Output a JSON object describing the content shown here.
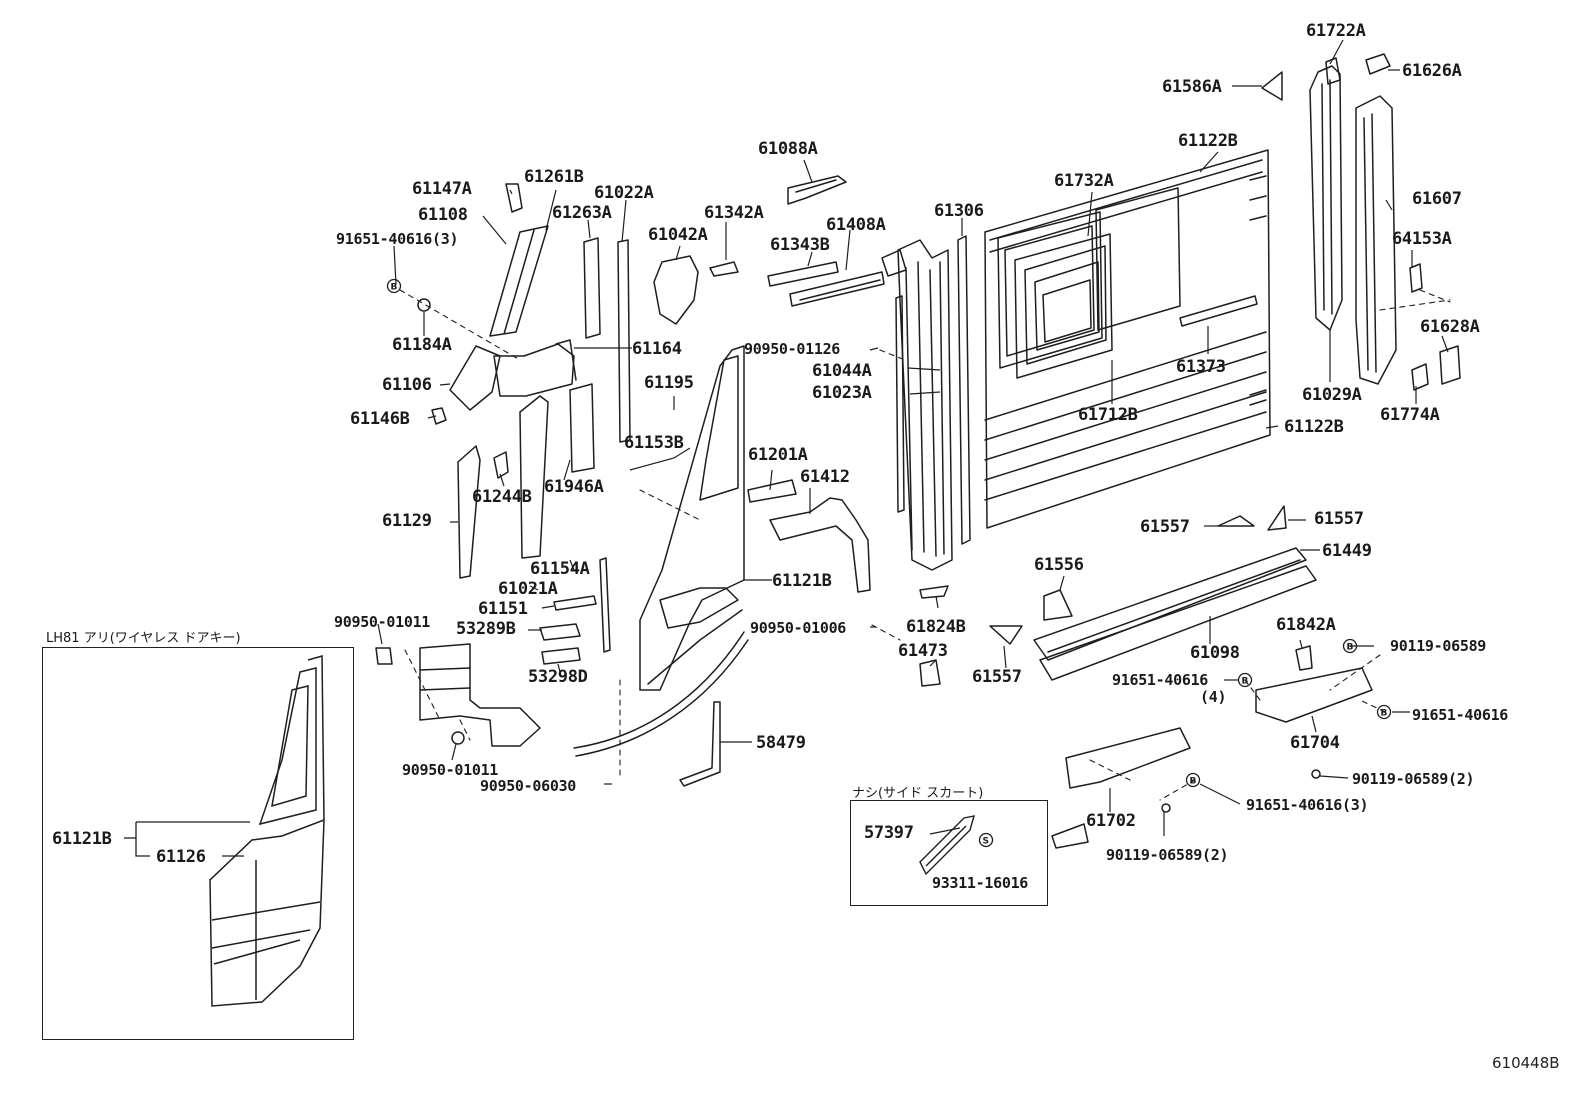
{
  "diagram_id": "610448B",
  "inset_lh81": {
    "caption": "LH81 アリ(ワイヤレス ドアキー)",
    "labels": [
      "61121B",
      "61126"
    ]
  },
  "inset_side_skirt": {
    "caption": "ナシ(サイド スカート)",
    "labels": [
      "57397",
      "93311-16016"
    ]
  },
  "parts": [
    "61722A",
    "61626A",
    "61586A",
    "61122B",
    "61607",
    "61732A",
    "64153A",
    "61628A",
    "61373",
    "61712B",
    "61029A",
    "61774A",
    "61122B",
    "61088A",
    "61147A",
    "61261B",
    "61022A",
    "61108",
    "61263A",
    "61342A",
    "61408A",
    "61306",
    "91651-40616(3)",
    "61042A",
    "61343B",
    "61184A",
    "61164",
    "90950-01126",
    "61044A",
    "61023A",
    "61106",
    "61195",
    "61146B",
    "61153B",
    "61201A",
    "61412",
    "61244B",
    "61946A",
    "61129",
    "61557",
    "61557",
    "61449",
    "61154A",
    "61021A",
    "61121B",
    "61556",
    "61151",
    "53289B",
    "90950-01011",
    "90950-01006",
    "61824B",
    "61842A",
    "90119-06589",
    "61098",
    "61473",
    "61557",
    "53298D",
    "91651-40616",
    "(4)",
    "91651-40616",
    "61704",
    "58479",
    "90950-01011",
    "90950-06030",
    "90119-06589(2)",
    "91651-40616(3)",
    "61702",
    "90119-06589(2)"
  ],
  "symbols": {
    "bolt": "B",
    "screw": "S"
  }
}
